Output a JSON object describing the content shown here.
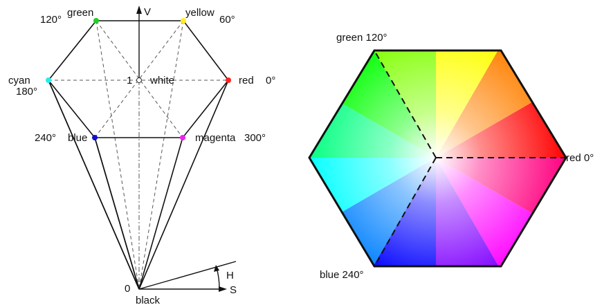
{
  "cone": {
    "vertices": [
      {
        "label": "red",
        "angle": "0°",
        "color": "#ff2222"
      },
      {
        "label": "yellow",
        "angle": "60°",
        "color": "#ffee22"
      },
      {
        "label": "green",
        "angle": "120°",
        "color": "#22cc22"
      },
      {
        "label": "cyan",
        "angle": "180°",
        "color": "#22eeee"
      },
      {
        "label": "blue",
        "angle": "240°",
        "color": "#1111cc"
      },
      {
        "label": "magenta",
        "angle": "300°",
        "color": "#ee22ee"
      }
    ],
    "white": {
      "label": "white",
      "value": "1"
    },
    "black": {
      "label": "black",
      "value": "0"
    },
    "axis_v": "V",
    "axis_s": "S",
    "axis_h": "H"
  },
  "hexagon": {
    "corner_labels": {
      "green": "green 120°",
      "red": "red 0°",
      "blue": "blue 240°"
    }
  }
}
